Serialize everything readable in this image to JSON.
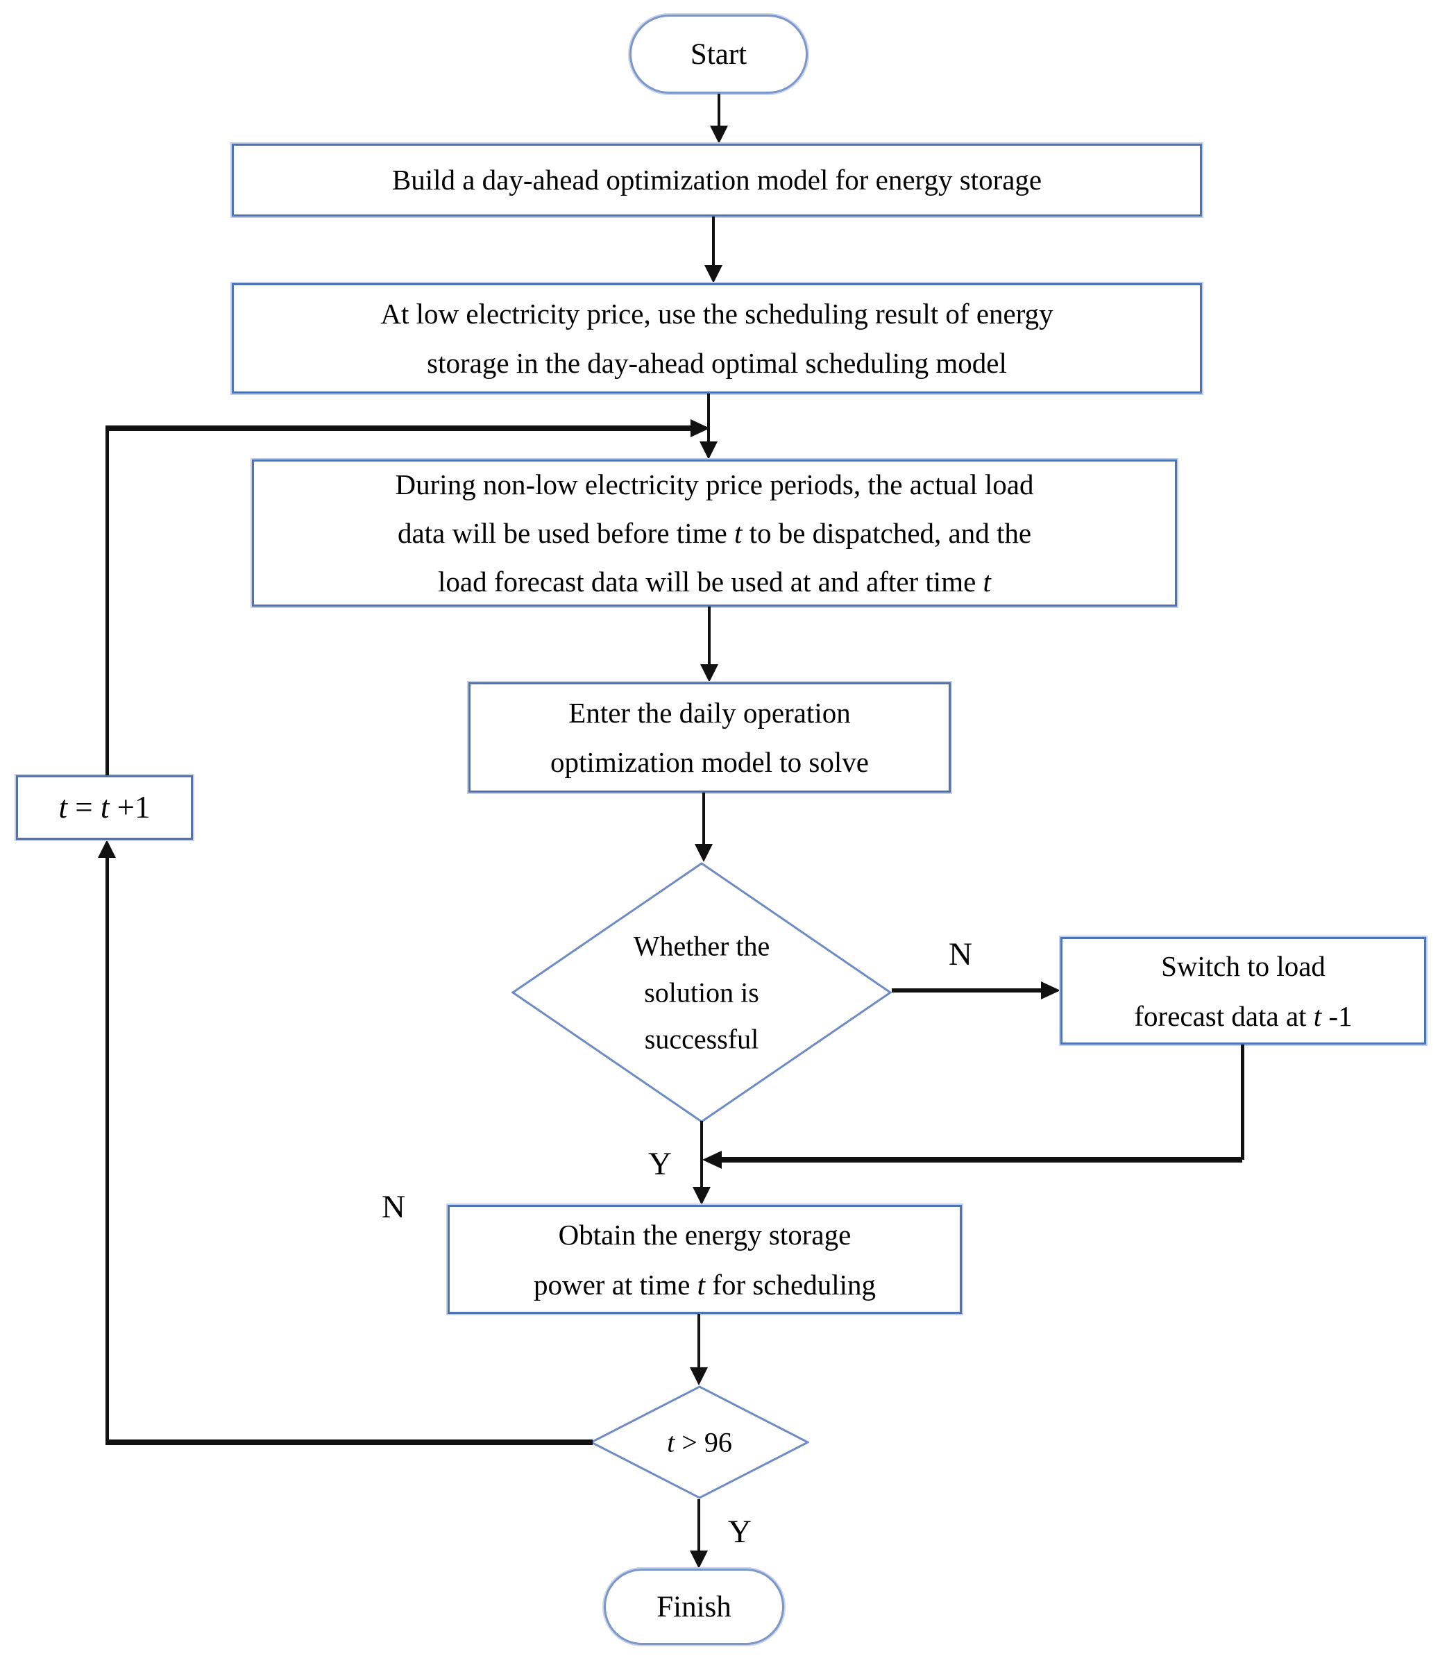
{
  "nodes": {
    "start": {
      "label": "Start"
    },
    "build": {
      "label": "Build a day-ahead optimization model for energy storage"
    },
    "low_price": {
      "lines": [
        "At low electricity price, use the scheduling result of energy",
        "storage in the day-ahead optimal scheduling model"
      ]
    },
    "non_low": {
      "line1": "During non-low electricity price periods, the actual load",
      "line2_pre": "data will be used before time ",
      "line2_var": "t",
      "line2_post": " to be dispatched, and the",
      "line3_pre": "load forecast data will be used at and after time ",
      "line3_var": "t"
    },
    "daily": {
      "lines": [
        "Enter the daily operation",
        "optimization model to solve"
      ]
    },
    "decision_solution": {
      "lines": [
        "Whether the",
        "solution is",
        "successful"
      ]
    },
    "switch_forecast": {
      "line1": "Switch to load",
      "line2_pre": "forecast data at ",
      "line2_var": "t",
      "line2_post": " -1"
    },
    "obtain": {
      "line1": "Obtain the energy storage",
      "line2_pre": "power at time ",
      "line2_var": "t",
      "line2_post": " for scheduling"
    },
    "increment": {
      "var_a": "t",
      "mid": " = ",
      "var_b": "t",
      "tail": " +1"
    },
    "decision_t96": {
      "var": "t",
      "tail": " > 96"
    },
    "finish": {
      "label": "Finish"
    }
  },
  "labels": {
    "solution_no": "N",
    "solution_yes": "Y",
    "t96_no": "N",
    "t96_yes": "Y"
  },
  "colors": {
    "process_border": "#4f74b5",
    "terminator_border": "#7b96c9",
    "diamond_border": "#6d8cc4",
    "border_halo": "#c2cfe8",
    "connector_line": "#111111",
    "text": "#000000",
    "background": "#ffffff"
  }
}
